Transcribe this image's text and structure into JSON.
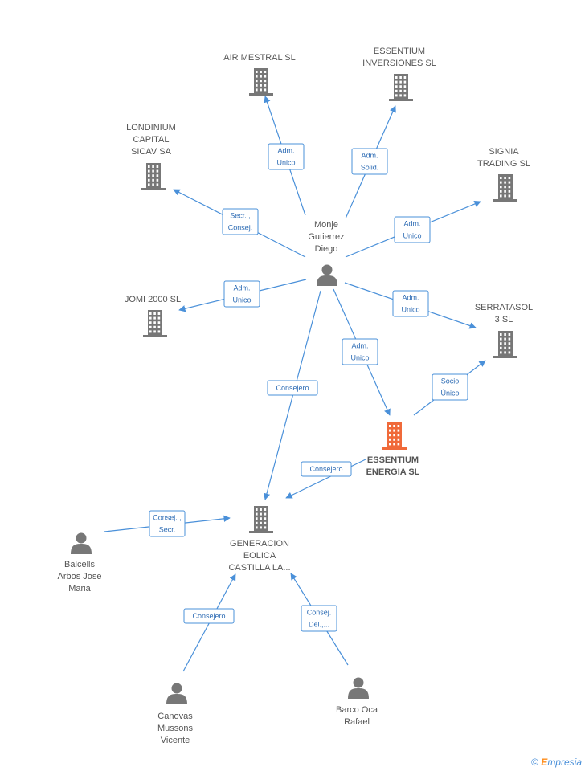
{
  "colors": {
    "edge": "#4a90d9",
    "company": "#777777",
    "focus": "#f06a3a",
    "person": "#777777"
  },
  "nodes": [
    {
      "id": "air-mestral",
      "kind": "company",
      "lines": [
        "AIR MESTRAL SL"
      ]
    },
    {
      "id": "essentium-inversiones",
      "kind": "company",
      "lines": [
        "ESSENTIUM",
        "INVERSIONES SL"
      ]
    },
    {
      "id": "londinium",
      "kind": "company",
      "lines": [
        "LONDINIUM",
        "CAPITAL",
        "SICAV SA"
      ]
    },
    {
      "id": "signia",
      "kind": "company",
      "lines": [
        "SIGNIA",
        "TRADING SL"
      ]
    },
    {
      "id": "monje",
      "kind": "person",
      "lines": [
        "Monje",
        "Gutierrez",
        "Diego"
      ]
    },
    {
      "id": "jomi",
      "kind": "company",
      "lines": [
        "JOMI 2000 SL"
      ]
    },
    {
      "id": "serratasol",
      "kind": "company",
      "lines": [
        "SERRATASOL",
        "3 SL"
      ]
    },
    {
      "id": "essentium-energia",
      "kind": "focus",
      "lines": [
        "ESSENTIUM",
        "ENERGIA SL"
      ]
    },
    {
      "id": "generacion",
      "kind": "company",
      "lines": [
        "GENERACION",
        "EOLICA",
        "CASTILLA LA..."
      ]
    },
    {
      "id": "balcells",
      "kind": "person",
      "lines": [
        "Balcells",
        "Arbos Jose",
        "Maria"
      ]
    },
    {
      "id": "canovas",
      "kind": "person",
      "lines": [
        "Canovas",
        "Mussons",
        "Vicente"
      ]
    },
    {
      "id": "barco",
      "kind": "person",
      "lines": [
        "Barco Oca",
        "Rafael"
      ]
    }
  ],
  "edges": [
    {
      "id": "monje-air",
      "lines": [
        "Adm.",
        "Unico"
      ]
    },
    {
      "id": "monje-essinv",
      "lines": [
        "Adm.",
        "Solid."
      ]
    },
    {
      "id": "monje-londinium",
      "lines": [
        "Secr. ,",
        "Consej."
      ]
    },
    {
      "id": "monje-signia",
      "lines": [
        "Adm.",
        "Unico"
      ]
    },
    {
      "id": "monje-jomi",
      "lines": [
        "Adm.",
        "Unico"
      ]
    },
    {
      "id": "monje-serratasol",
      "lines": [
        "Adm.",
        "Unico"
      ]
    },
    {
      "id": "monje-energia",
      "lines": [
        "Adm.",
        "Unico"
      ]
    },
    {
      "id": "monje-generacion",
      "lines": [
        "Consejero"
      ]
    },
    {
      "id": "energia-serratasol",
      "lines": [
        "Socio",
        "Único"
      ]
    },
    {
      "id": "energia-generacion",
      "lines": [
        "Consejero"
      ]
    },
    {
      "id": "balcells-generacion",
      "lines": [
        "Consej. ,",
        "Secr."
      ]
    },
    {
      "id": "canovas-generacion",
      "lines": [
        "Consejero"
      ]
    },
    {
      "id": "barco-generacion",
      "lines": [
        "Consej.",
        "Del.,..."
      ]
    }
  ],
  "footer": {
    "copyright": "©",
    "brand_initial": "E",
    "brand_rest": "mpresia"
  }
}
